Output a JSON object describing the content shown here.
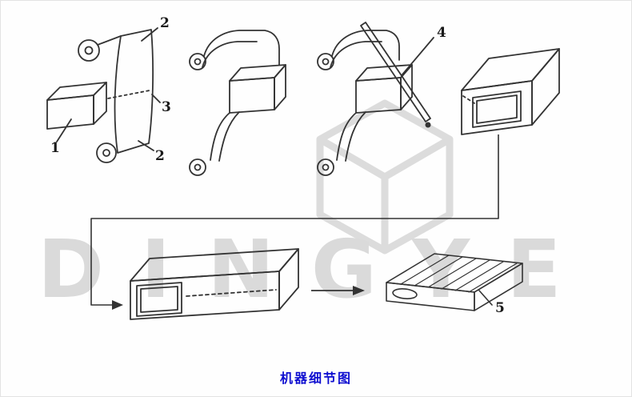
{
  "watermark": {
    "brand": "DINGYE",
    "color": "#dadada"
  },
  "caption": {
    "text": "机器细节图",
    "color": "#0d0dd0"
  },
  "diagram": {
    "line_color": "#333333",
    "labels": {
      "l1": "1",
      "l2_top": "2",
      "l3": "3",
      "l2_bottom": "2",
      "l4": "4",
      "l5": "5"
    }
  }
}
